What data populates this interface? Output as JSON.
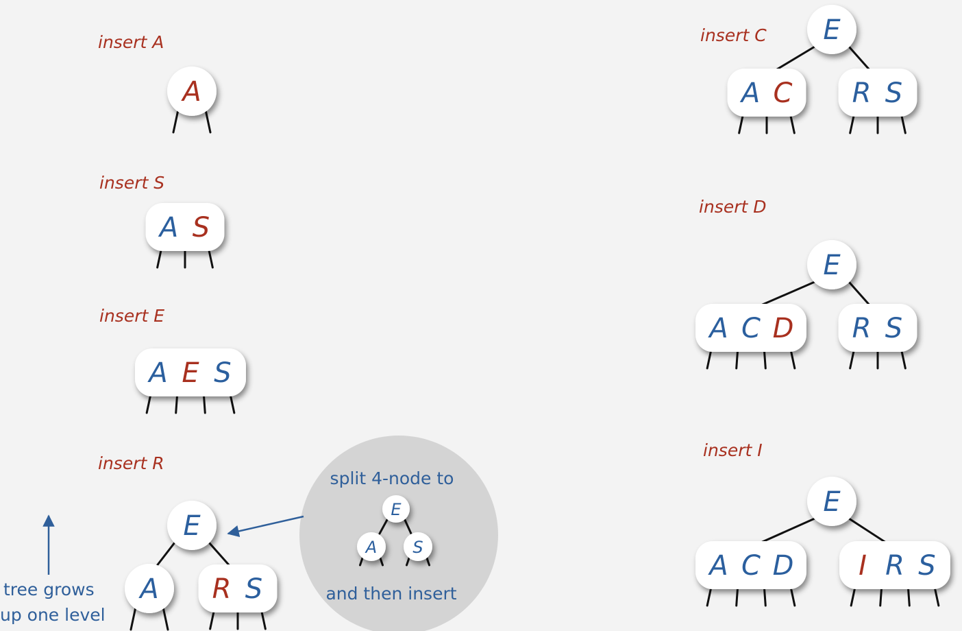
{
  "steps": [
    {
      "label": "insert A",
      "nodes": [
        {
          "keys": [
            "A"
          ],
          "new": [
            0
          ]
        }
      ]
    },
    {
      "label": "insert S",
      "nodes": [
        {
          "keys": [
            "A",
            "S"
          ],
          "new": [
            1
          ]
        }
      ]
    },
    {
      "label": "insert E",
      "nodes": [
        {
          "keys": [
            "A",
            "E",
            "S"
          ],
          "new": [
            1
          ]
        }
      ]
    },
    {
      "label": "insert R",
      "root": [
        "E"
      ],
      "children": [
        {
          "keys": [
            "A"
          ],
          "new": []
        },
        {
          "keys": [
            "R",
            "S"
          ],
          "new": [
            0
          ]
        }
      ]
    },
    {
      "label": "insert C",
      "root": [
        "E"
      ],
      "children": [
        {
          "keys": [
            "A",
            "C"
          ],
          "new": [
            1
          ]
        },
        {
          "keys": [
            "R",
            "S"
          ],
          "new": []
        }
      ]
    },
    {
      "label": "insert D",
      "root": [
        "E"
      ],
      "children": [
        {
          "keys": [
            "A",
            "C",
            "D"
          ],
          "new": [
            2
          ]
        },
        {
          "keys": [
            "R",
            "S"
          ],
          "new": []
        }
      ]
    },
    {
      "label": "insert I",
      "root": [
        "E"
      ],
      "children": [
        {
          "keys": [
            "A",
            "C",
            "D"
          ],
          "new": []
        },
        {
          "keys": [
            "I",
            "R",
            "S"
          ],
          "new": [
            0
          ]
        }
      ]
    }
  ],
  "split_callout": {
    "line1": "split 4-node to",
    "line2": "and then insert",
    "root": "E",
    "left": "A",
    "right": "S"
  },
  "growth_note": {
    "line1": "tree grows",
    "line2": "up one level"
  },
  "colors": {
    "key": "#2b5f9e",
    "new_key": "#a8301f",
    "label": "#a8301f",
    "note": "#2f5f9a",
    "circle": "#d4d4d4",
    "background": "#f3f3f3"
  }
}
